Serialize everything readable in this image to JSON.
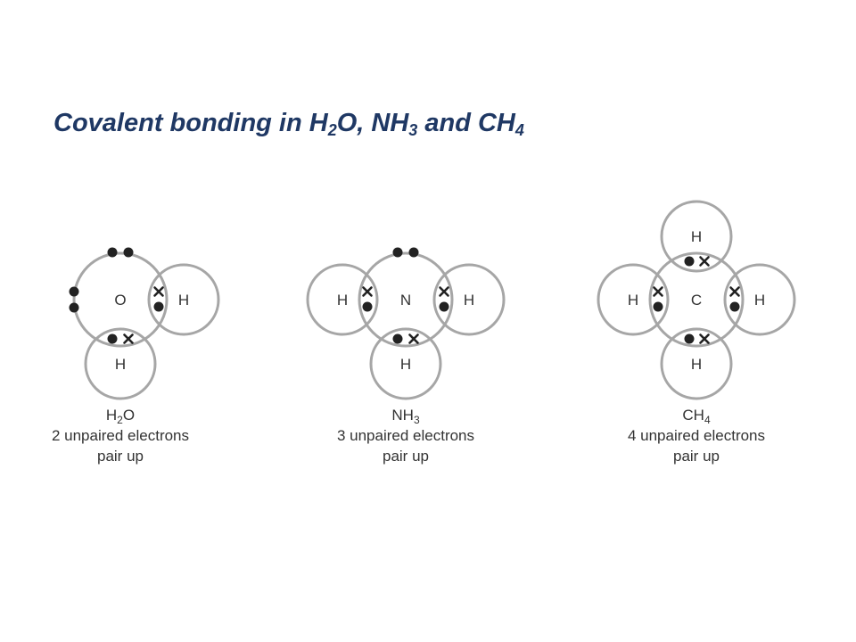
{
  "title": {
    "prefix": "Covalent bonding in H",
    "s1": "2",
    "m1": "O, NH",
    "s2": "3",
    "m2": " and CH",
    "s3": "4"
  },
  "colors": {
    "title": "#1f3864",
    "ring": "#a6a6a6",
    "electron": "#222222",
    "text": "#333333"
  },
  "molecules": [
    {
      "atoms": {
        "center": "O",
        "right": "H",
        "bottom": "H"
      },
      "formula_main": "H",
      "formula_sub": "2",
      "formula_tail": "O",
      "line2": "2 unpaired electrons",
      "line3": "pair up"
    },
    {
      "atoms": {
        "left": "H",
        "center": "N",
        "right": "H",
        "bottom": "H"
      },
      "formula_main": "NH",
      "formula_sub": "3",
      "formula_tail": "",
      "line2": "3 unpaired electrons",
      "line3": "pair up"
    },
    {
      "atoms": {
        "top": "H",
        "left": "H",
        "center": "C",
        "right": "H",
        "bottom": "H"
      },
      "formula_main": "CH",
      "formula_sub": "4",
      "formula_tail": "",
      "line2": "4 unpaired electrons",
      "line3": "pair up"
    }
  ]
}
